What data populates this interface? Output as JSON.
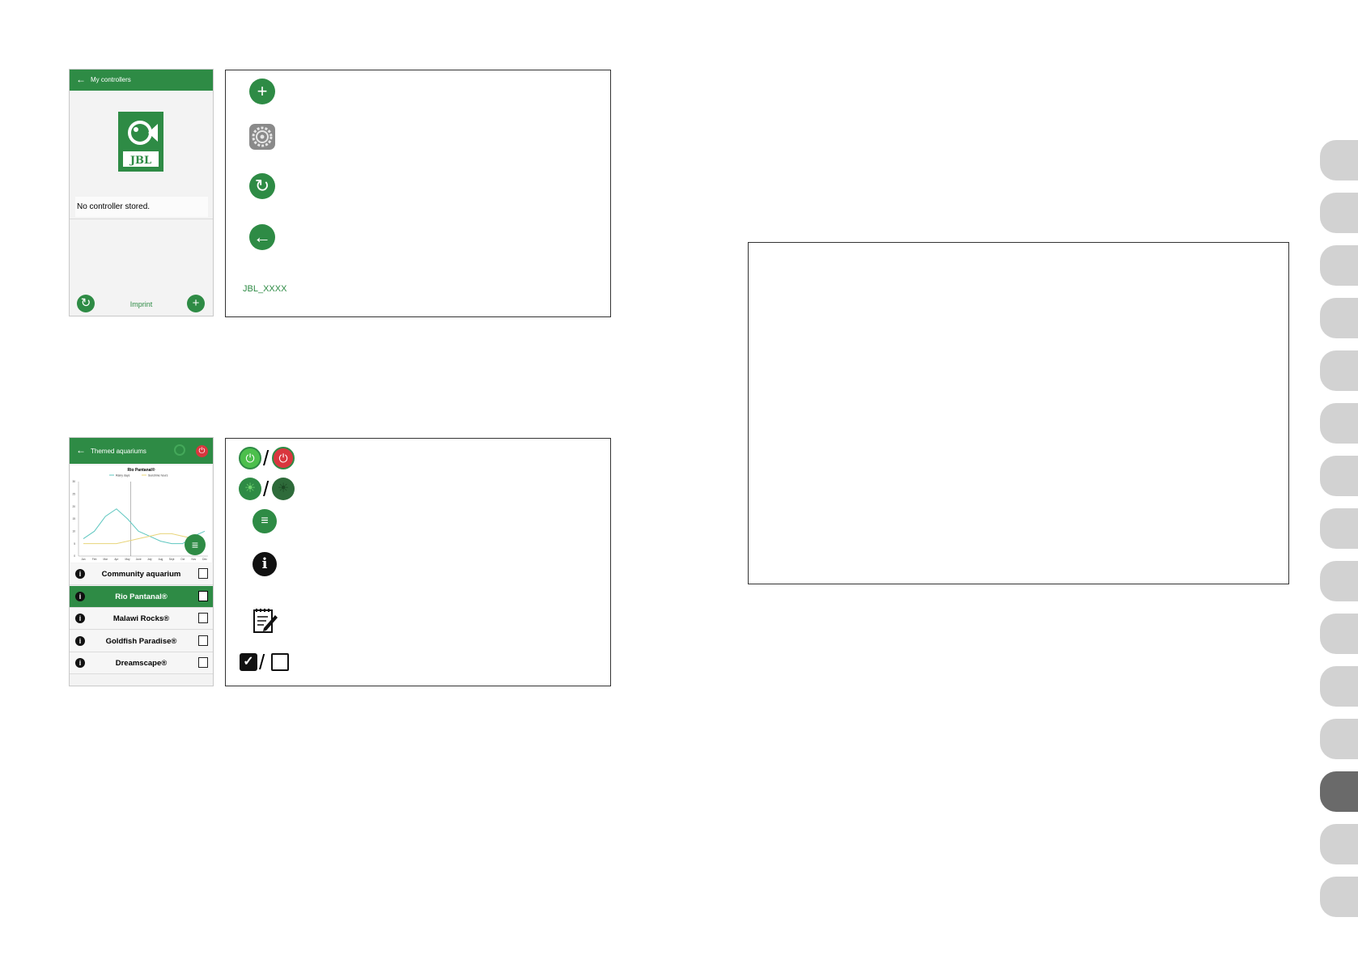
{
  "screen1": {
    "title": "My controllers",
    "message": "No controller stored.",
    "imprint": "Imprint",
    "logo_text": "JBL"
  },
  "legend1": {
    "items": [
      "plus-icon",
      "settings-gear-icon",
      "refresh-icon",
      "back-arrow-icon"
    ],
    "device_name": "JBL_XXXX"
  },
  "screen2": {
    "title": "Themed aquariums",
    "list": [
      "Community aquarium",
      "Rio Pantanal®",
      "Malawi Rocks®",
      "Goldfish Paradise®",
      "Dreamscape®"
    ],
    "selected_index": 1
  },
  "legend2": {
    "separator": "/",
    "items": [
      "power-on-off-icon",
      "sun-on-off-icon",
      "menu-icon",
      "info-icon",
      "edit-icon",
      "checkbox-checked-unchecked-icon"
    ]
  },
  "chart_data": {
    "type": "line",
    "title": "Rio Pantanal®",
    "series": [
      {
        "name": "Rainy days",
        "color": "#5fc7c0",
        "values": [
          7,
          10,
          16,
          19,
          15,
          10,
          8,
          6,
          5,
          5,
          8,
          10
        ]
      },
      {
        "name": "Sunshine hours",
        "color": "#e8d47a",
        "values": [
          5,
          5,
          5,
          5,
          6,
          7,
          8,
          9,
          9,
          8,
          7,
          6
        ]
      }
    ],
    "categories": [
      "Jan",
      "Feb",
      "Mar",
      "Apr",
      "May",
      "June",
      "July",
      "Aug",
      "Sept",
      "Oct",
      "Nov",
      "Dec"
    ],
    "y_ticks": [
      "30",
      "25",
      "20",
      "15",
      "10",
      "5",
      "0"
    ],
    "ylim": [
      0,
      30
    ],
    "marker_month": "May"
  },
  "colors": {
    "brand_green": "#2e8b45",
    "power_off_red": "#d9363e",
    "light_green": "#4cbf4c"
  },
  "side_tabs": {
    "count": 15,
    "active_index": 12
  }
}
